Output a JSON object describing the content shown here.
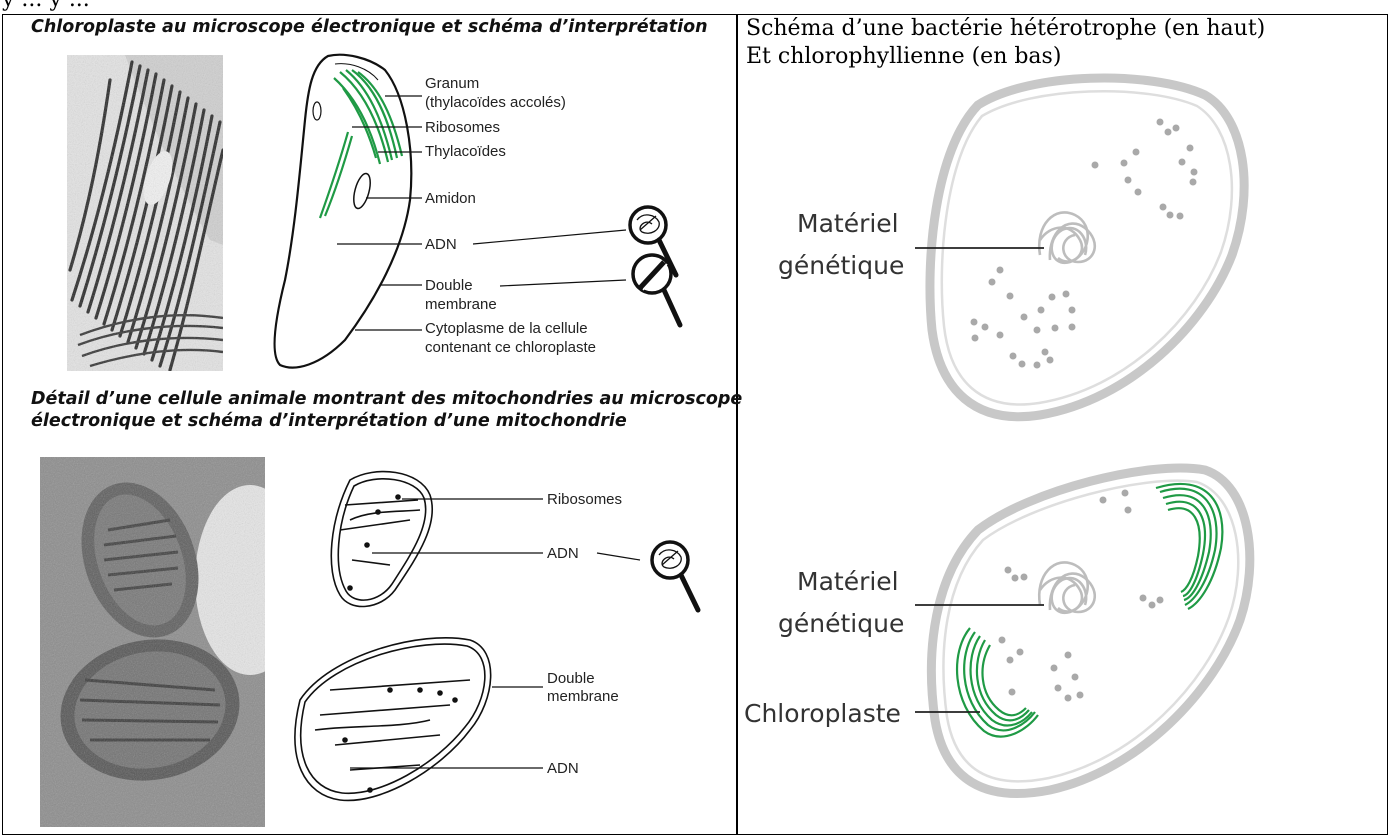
{
  "top_cutoff_text": "y ... y ...",
  "left_panel": {
    "section1_title": "Chloroplaste au microscope électronique et schéma d’interprétation",
    "section1_labels": {
      "granum": "Granum",
      "granum_sub": "(thylacoïdes accolés)",
      "ribosomes": "Ribosomes",
      "thylacoides": "Thylacoïdes",
      "amidon": "Amidon",
      "adn": "ADN",
      "double": "Double",
      "membrane": "membrane",
      "cytoplasme1": "Cytoplasme de la cellule",
      "cytoplasme2": "contenant ce chloroplaste"
    },
    "section2_title_line1": "Détail d’une cellule animale montrant des mitochondries au microscope",
    "section2_title_line2": "électronique et schéma d’interprétation d’une mitochondrie",
    "section2_labels": {
      "ribosomes": "Ribosomes",
      "adn": "ADN",
      "double": "Double",
      "membrane": "membrane",
      "adn2": "ADN"
    }
  },
  "right_panel": {
    "title_line1": "Schéma d’une bactérie hétérotrophe (en haut)",
    "title_line2": "Et chlorophyllienne (en bas)",
    "top_labels": {
      "materiel": "Matériel",
      "genetique": "génétique"
    },
    "bottom_labels": {
      "materiel": "Matériel",
      "genetique": "génétique",
      "chloroplaste": "Chloroplaste"
    }
  },
  "colors": {
    "green": "#1f9a45",
    "gray": "#c8c8c8",
    "dots": "#a9a9a9"
  }
}
